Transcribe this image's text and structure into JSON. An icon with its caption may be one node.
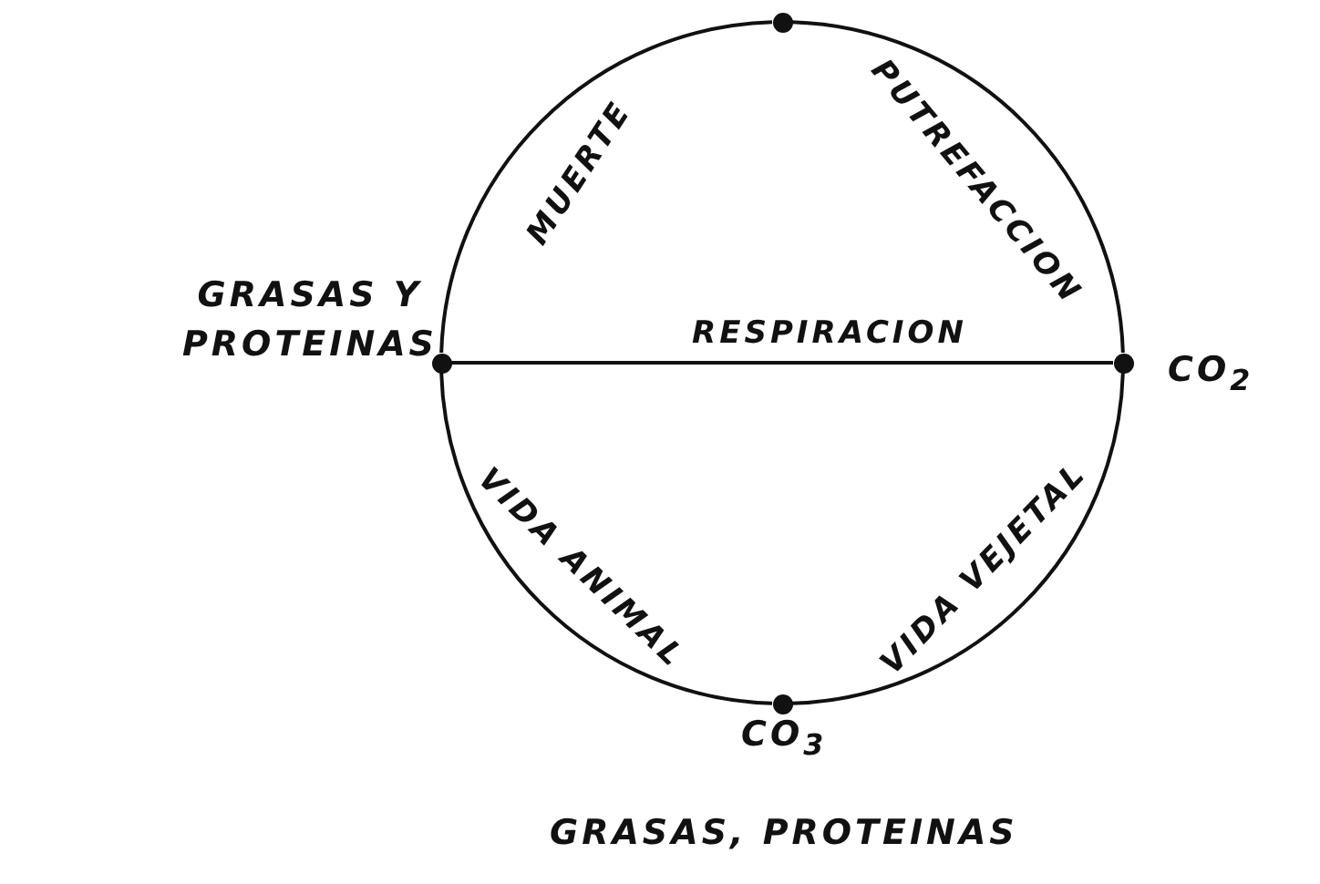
{
  "diagram": {
    "nodes": [
      {
        "text": [],
        "shape": "circle"
      },
      {
        "text": [],
        "shape": "circle",
        "beside": [
          "GRASAS Y PROTEINAS"
        ]
      },
      {
        "text": [],
        "shape": "circle",
        "beside": [
          "CO$_{2}$"
        ]
      },
      {
        "text": [],
        "shape": "circle",
        "beside": [
          "CO$_{3}$",
          "GRASAS, PROTEINAS"
        ]
      }
    ],
    "edges": [
      {
        "from": 1,
        "to": 0,
        "arrow": "none",
        "label": "MUERTE"
      },
      {
        "from": 0,
        "to": 2,
        "arrow": "none",
        "label": "PUTREFACCION"
      },
      {
        "from": 1,
        "to": 2,
        "arrow": "none",
        "label": "RESPIRACION"
      },
      {
        "from": 1,
        "to": 3,
        "arrow": "none",
        "label": "VIDA ANIMAL"
      },
      {
        "from": 3,
        "to": 2,
        "arrow": "none",
        "label": "VIDA VEJETAL"
      }
    ]
  }
}
